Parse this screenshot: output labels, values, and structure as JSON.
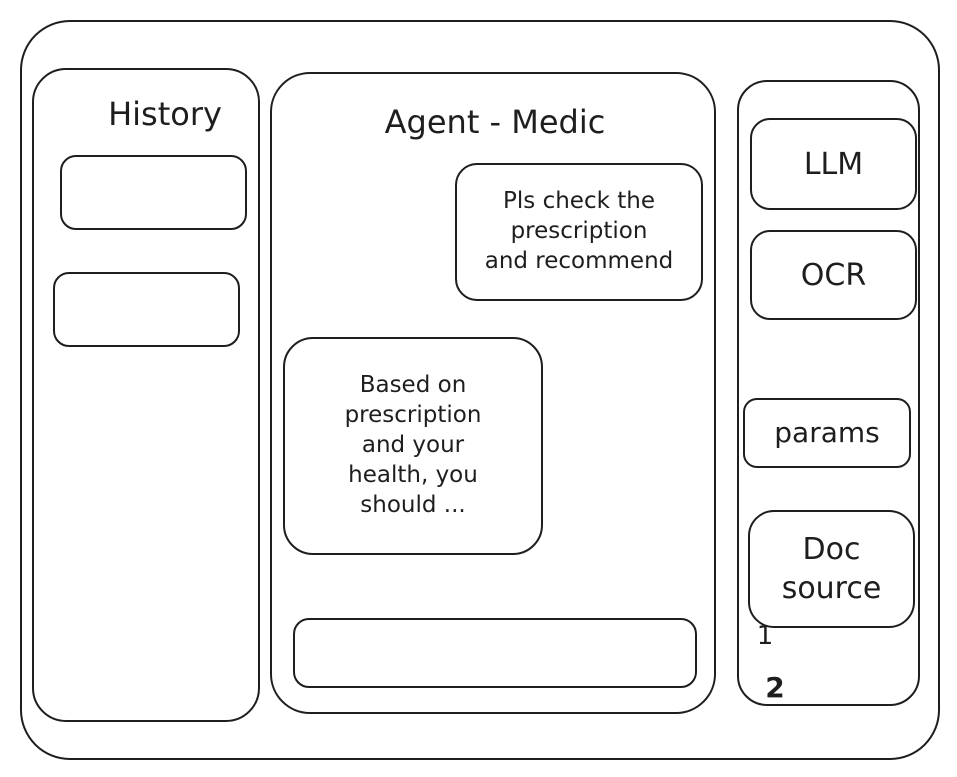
{
  "history": {
    "title": "History",
    "items": [
      {
        "label": ""
      },
      {
        "label": ""
      }
    ]
  },
  "chat": {
    "title": "Agent - Medic",
    "messages": [
      {
        "role": "user",
        "text": "Pls check the\nprescription\nand recommend"
      },
      {
        "role": "agent",
        "text": "Based on\nprescription\nand your\nhealth, you\nshould ..."
      }
    ],
    "input_value": ""
  },
  "settings": {
    "llm_label": "LLM",
    "ocr_label": "OCR",
    "params_label": "params",
    "doc_source_label": "Doc\nsource",
    "doc_sources": [
      "1",
      "2"
    ]
  }
}
